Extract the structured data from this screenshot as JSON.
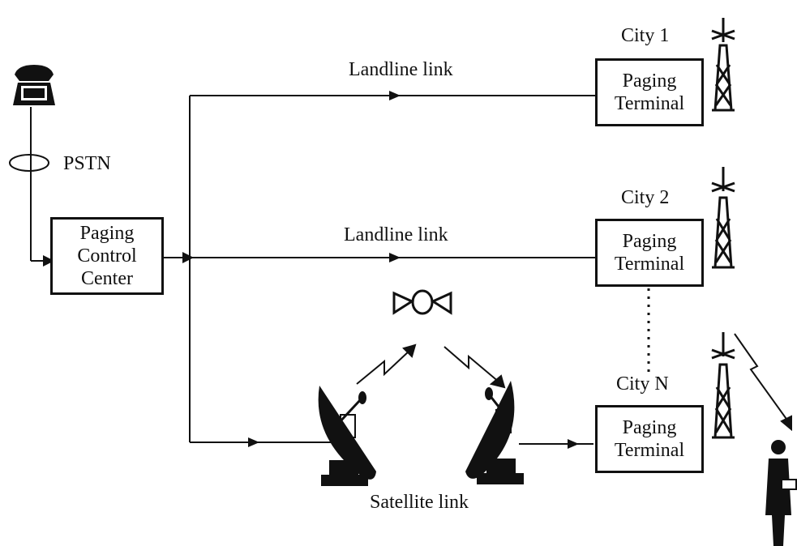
{
  "source": {
    "label": "PSTN"
  },
  "control_center": {
    "lines": [
      "Paging",
      "Control",
      "Center"
    ]
  },
  "links": {
    "landline_1": "Landline link",
    "landline_2": "Landline link",
    "satellite": "Satellite link"
  },
  "cities": [
    {
      "name": "City 1",
      "terminal": [
        "Paging",
        "Terminal"
      ]
    },
    {
      "name": "City 2",
      "terminal": [
        "Paging",
        "Terminal"
      ]
    },
    {
      "name": "City N",
      "terminal": [
        "Paging",
        "Terminal"
      ]
    }
  ],
  "colors": {
    "ink": "#111111",
    "background": "#ffffff"
  },
  "icons": [
    "telephone-icon",
    "transmission-tower-icon",
    "satellite-dish-icon",
    "satellite-icon",
    "person-pager-icon"
  ]
}
